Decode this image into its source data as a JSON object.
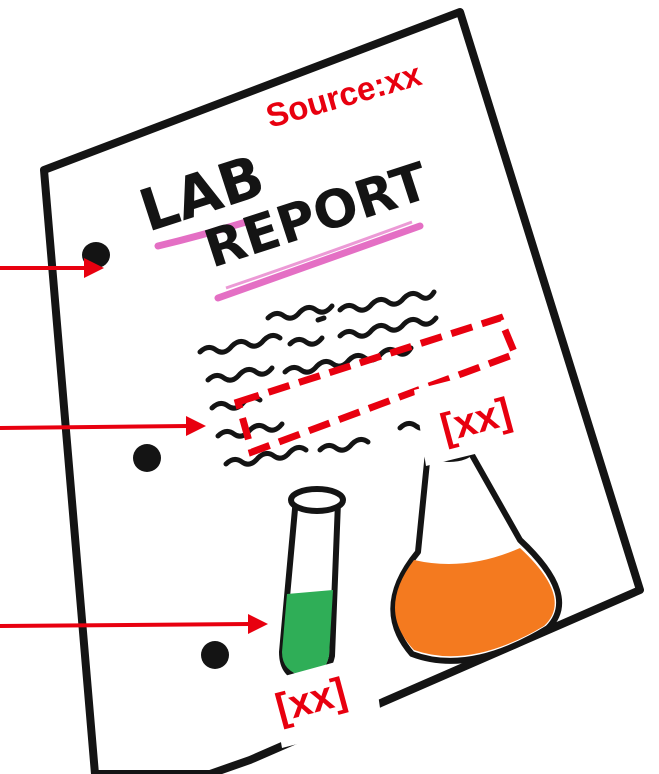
{
  "document": {
    "title_line1": "LAB",
    "title_line2": "REPORT",
    "underline_color": "#e46fc4",
    "ink_color": "#141414",
    "paper_color": "#ffffff"
  },
  "annotations": {
    "source": "Source:xx",
    "label_top": "[xx]",
    "label_bottom": "[xx]",
    "color": "#e8000f"
  },
  "labware": {
    "test_tube_liquid_color": "#2fae57",
    "flask_liquid_color": "#f47a1f"
  },
  "icons": {
    "arrow": "arrow-right-icon",
    "hole": "binder-hole-icon",
    "test_tube": "test-tube-icon",
    "flask": "erlenmeyer-flask-icon"
  }
}
